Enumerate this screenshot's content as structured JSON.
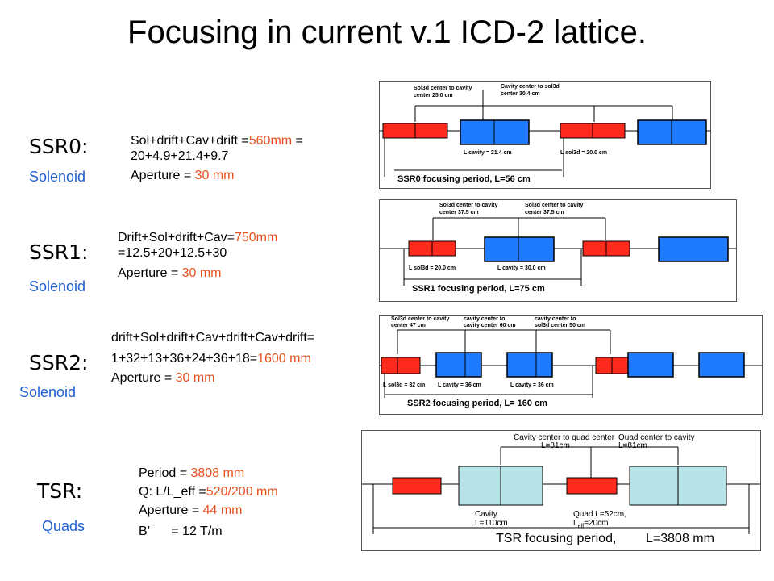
{
  "title": "Focusing in current v.1 ICD-2 lattice.",
  "colors": {
    "solenoid": "#ff2a1e",
    "cavity": "#1e7bff",
    "tsr_cavity": "#b7e3e6",
    "highlight": "#e8501e",
    "type_label": "#1f5fd0"
  },
  "ssr0": {
    "name": "SSR0:",
    "type": "Solenoid",
    "formula_a": "Sol+drift+Cav+drift =",
    "formula_hl": "560mm",
    "formula_b": " =",
    "formula_line2": "20+4.9+21.4+9.7",
    "aperture_label": "Aperture = ",
    "aperture_value": "30 mm",
    "diagram": {
      "label_left": [
        "Sol3d center to cavity",
        "center 25.0 cm"
      ],
      "label_right": [
        "Cavity center to sol3d",
        "center 30.4 cm"
      ],
      "cavity_len": "L cavity = 21.4 cm",
      "sol_len": "L sol3d = 20.0 cm",
      "period": "SSR0 focusing period, L=56 cm"
    }
  },
  "ssr1": {
    "name": "SSR1:",
    "type": "Solenoid",
    "formula_a": "Drift+Sol+drift+Cav=",
    "formula_hl": "750mm",
    "formula_line2": "=12.5+20+12.5+30",
    "aperture_label": "Aperture = ",
    "aperture_value": "30 mm",
    "diagram": {
      "label_left": [
        "Sol3d center to cavity",
        "center 37.5 cm"
      ],
      "label_right": [
        "Sol3d center to cavity",
        "center 37.5 cm"
      ],
      "sol_len": "L sol3d = 20.0 cm",
      "cavity_len": "L cavity = 30.0 cm",
      "period": "SSR1 focusing period, L=75 cm"
    }
  },
  "ssr2": {
    "name": "SSR2:",
    "type": "Solenoid",
    "formula_line1": "drift+Sol+drift+Cav+drift+Cav+drift=",
    "formula_a": "1+32+13+36+24+36+18=",
    "formula_hl": "1600 mm",
    "aperture_label": "Aperture = ",
    "aperture_value": "30 mm",
    "diagram": {
      "label_1": [
        "Sol3d center to cavity",
        "center 47 cm"
      ],
      "label_2": [
        "cavity center to",
        "cavity center 60 cm"
      ],
      "label_3": [
        "cavity center to",
        "sol3d center 50 cm"
      ],
      "sol_len": "L sol3d = 32 cm",
      "cavity_len_1": "L cavity = 36 cm",
      "cavity_len_2": "L cavity = 36 cm",
      "period": "SSR2 focusing period, L= 160 cm"
    }
  },
  "tsr": {
    "name": "TSR:",
    "type": "Quads",
    "period_label": "Period = ",
    "period_value": "3808 mm",
    "q_label": "Q: L/L_eff =",
    "q_value": "520/200 mm",
    "aperture_label": "Aperture = ",
    "aperture_value": "44 mm",
    "gradient": "B’      = 12 T/m",
    "diagram": {
      "label_left": [
        "Cavity center to quad center",
        "L=81cm"
      ],
      "label_right": [
        "Quad center to cavity",
        "L=81cm"
      ],
      "cavity_len": [
        "Cavity",
        "L=110cm"
      ],
      "quad_len": [
        "Quad L=52cm,",
        "L"
      ],
      "quad_eff_sub": "eff",
      "quad_eff_val": "=20cm",
      "period_a": "TSR focusing period,",
      "period_b": "L=3808 mm"
    }
  }
}
